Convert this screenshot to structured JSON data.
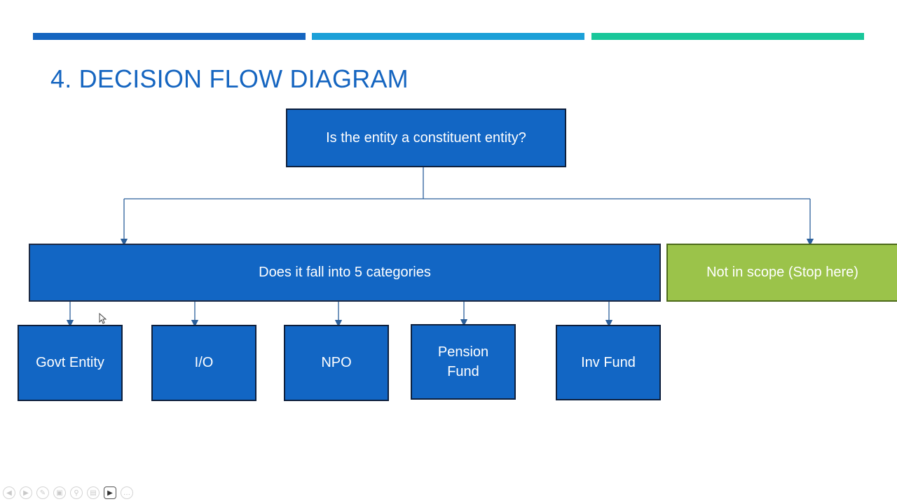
{
  "slide": {
    "title": "4. DECISION FLOW DIAGRAM",
    "accent_colors": [
      "#1565c0",
      "#1ca0d8",
      "#19c79a"
    ]
  },
  "diagram": {
    "root": "Is the entity a constituent entity?",
    "yes_branch": "Does it fall into 5 categories",
    "no_branch": "Not in scope (Stop here)",
    "categories": [
      "Govt Entity",
      "I/O",
      "NPO",
      "Pension Fund",
      "Inv Fund"
    ],
    "box_color": "#1266c4",
    "stop_color": "#9bc34a"
  },
  "toolbar": {
    "icons": [
      "prev-icon",
      "next-icon",
      "pen-icon",
      "slides-icon",
      "zoom-icon",
      "subtitle-icon",
      "camera-icon",
      "more-icon"
    ]
  }
}
